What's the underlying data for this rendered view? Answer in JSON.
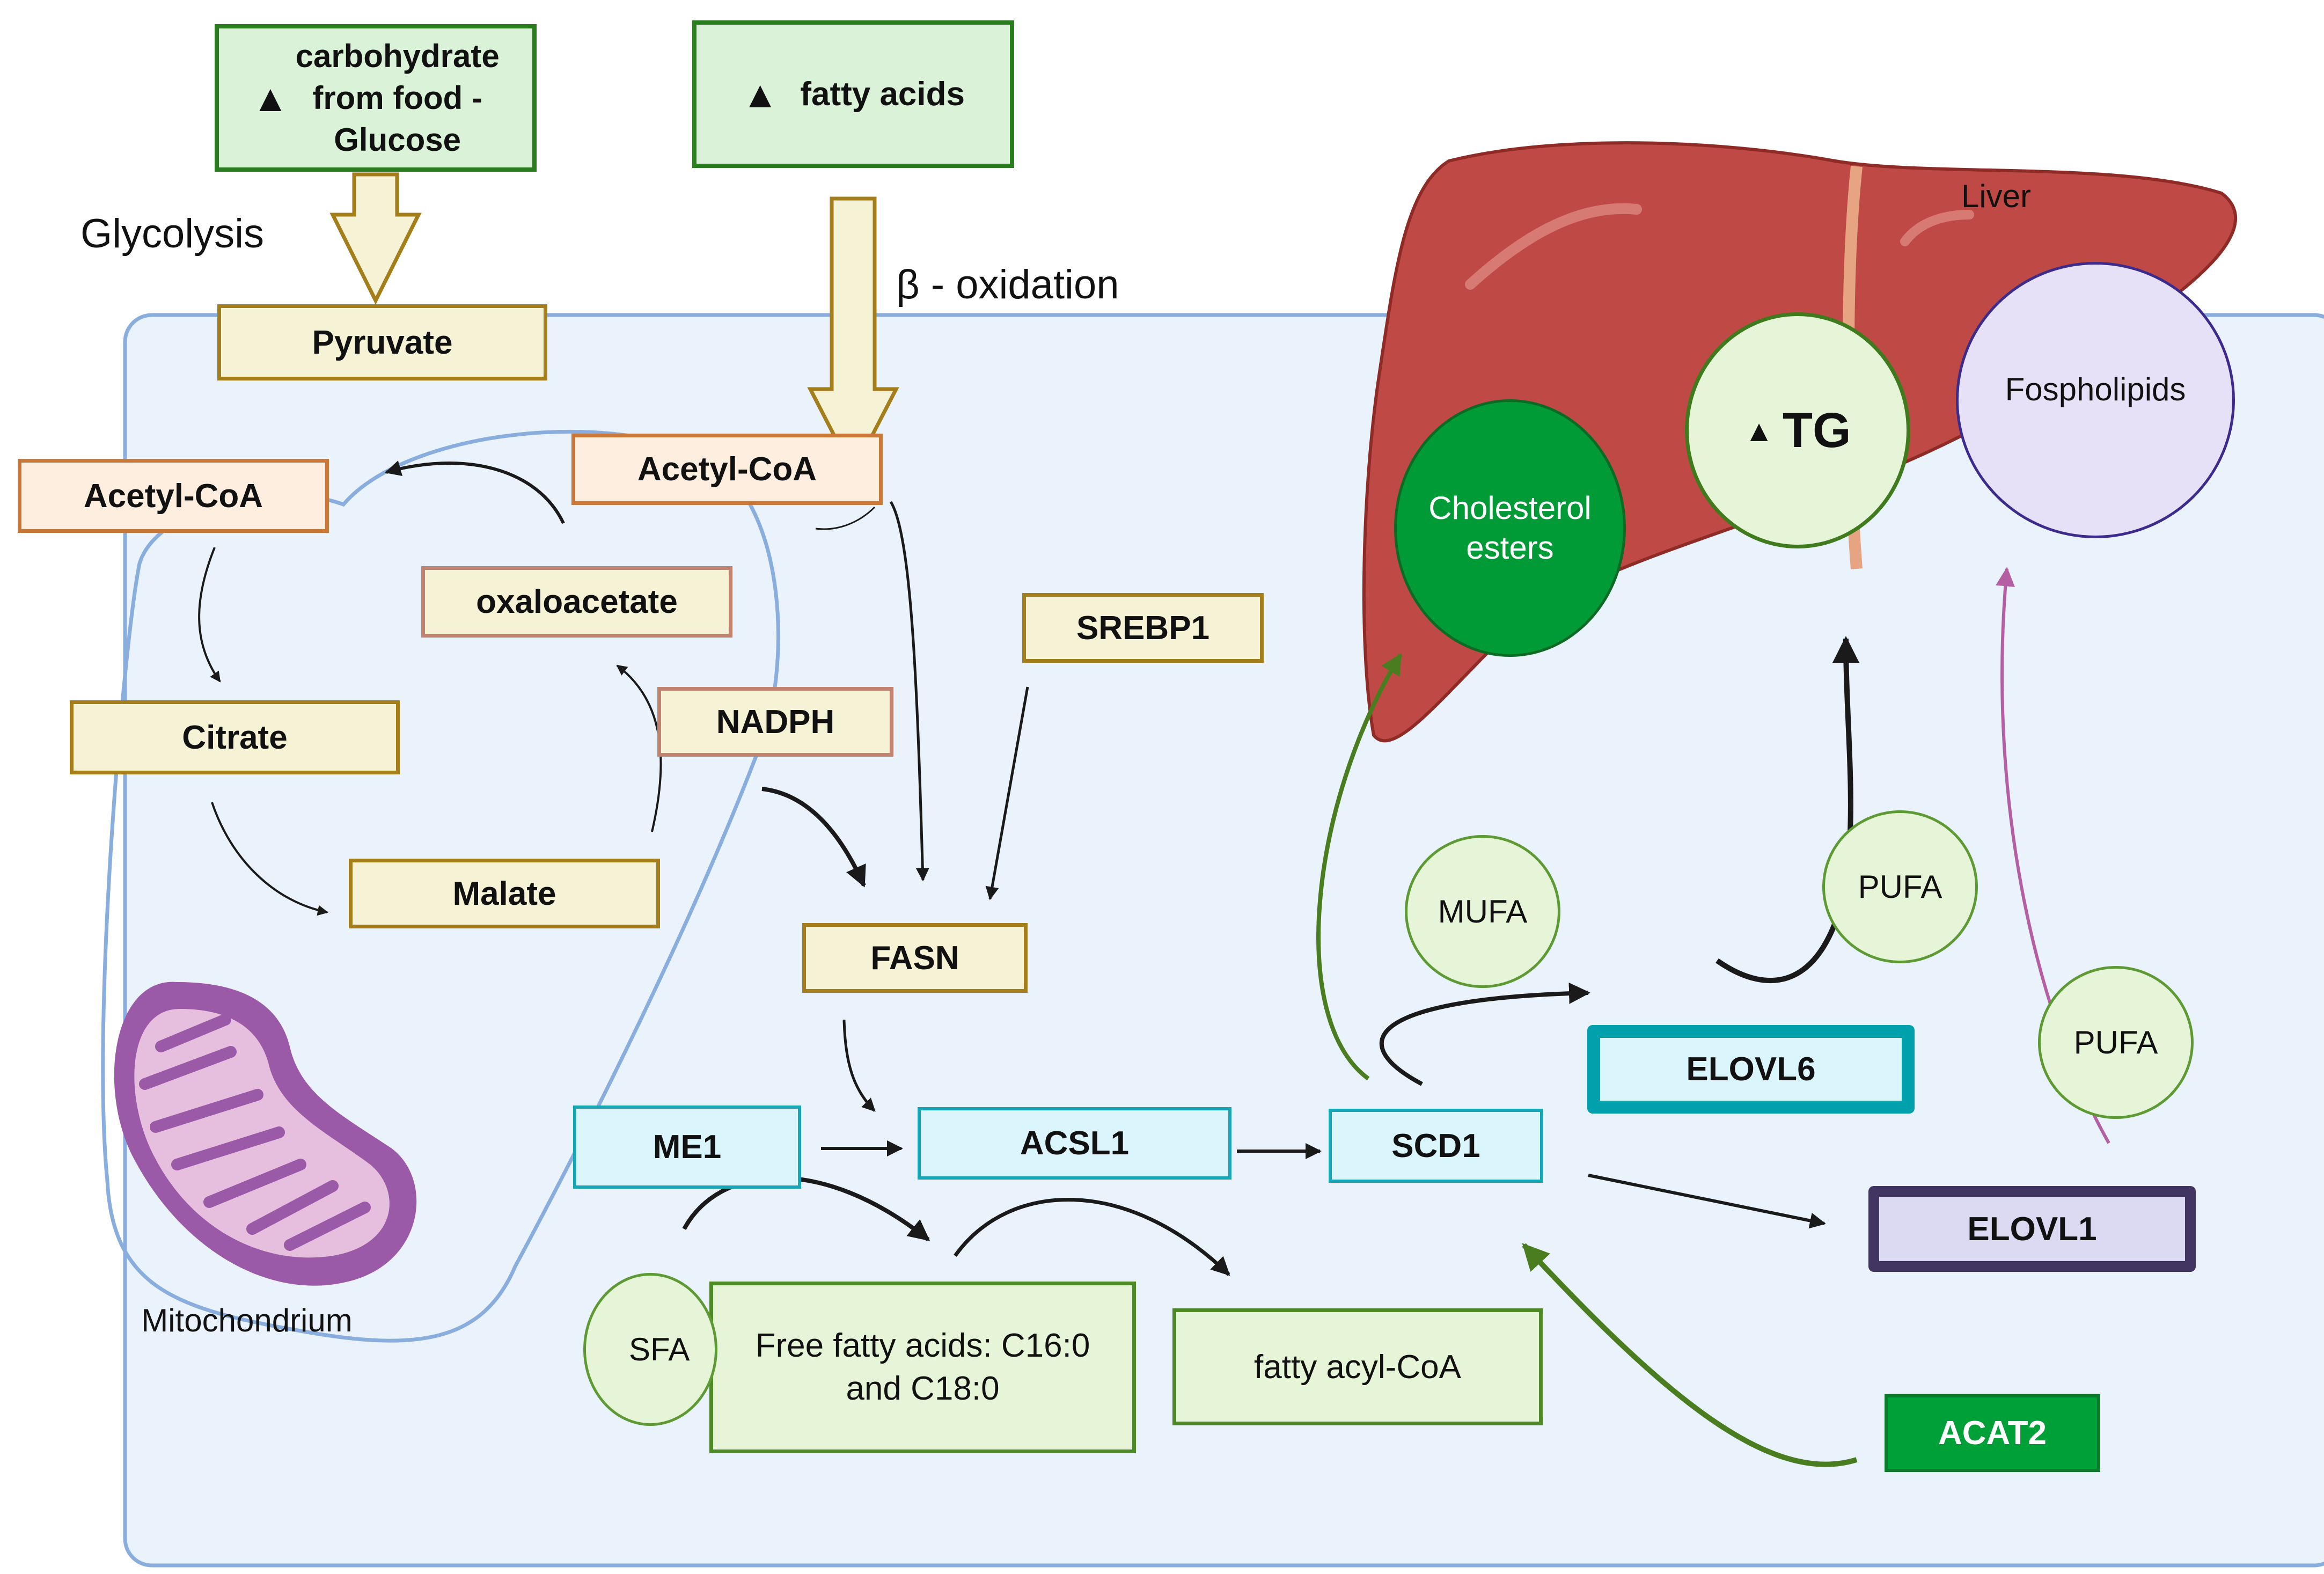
{
  "labels": {
    "glycolysis": "Glycolysis",
    "beta_oxidation": "β - oxidation",
    "liver": "Liver",
    "mitochondrium": "Mitochondrium"
  },
  "inputs": {
    "carbohydrate": {
      "arrow": "▲",
      "text": "carbohydrate\nfrom food -\nGlucose"
    },
    "fatty_acids": {
      "arrow": "▲",
      "text": "fatty acids"
    }
  },
  "boxes": {
    "pyruvate": "Pyruvate",
    "acetyl_coa_mito": "Acetyl-CoA",
    "acetyl_coa_cyto": "Acetyl-CoA",
    "oxaloacetate": "oxaloacetate",
    "citrate": "Citrate",
    "nadph": "NADPH",
    "malate": "Malate",
    "srebp1": "SREBP1",
    "fasn": "FASN",
    "me1": "ME1",
    "acsl1": "ACSL1",
    "scd1": "SCD1",
    "elovl6": "ELOVL6",
    "elovl1": "ELOVL1",
    "acat2": "ACAT2",
    "free_fatty_acids": "Free fatty acids: C16:0 and C18:0",
    "fatty_acyl_coa": "fatty acyl-CoA"
  },
  "circles": {
    "sfa": "SFA",
    "mufa": "MUFA",
    "pufa_1": "PUFA",
    "pufa_2": "PUFA",
    "cholesterol_esters": "Cholesterol esters",
    "tg": "TG",
    "tg_arrow": "▲",
    "fospholipids": "Fospholipids"
  },
  "colors": {
    "cell_bg": "#eaf2fc",
    "cell_border": "#89aede",
    "liver": "#bf4a45",
    "liver_dark": "#8f2b27",
    "mito_outer": "#9b5aa8",
    "mito_inner": "#e6bfdf",
    "green_arrow": "#4a7d1f",
    "pink_arrow": "#b45fa3",
    "elovl6_border": "#00a0ad",
    "elovl1_border": "#433561",
    "acat2_bg": "#00a039",
    "chol_bg": "#009a36"
  }
}
